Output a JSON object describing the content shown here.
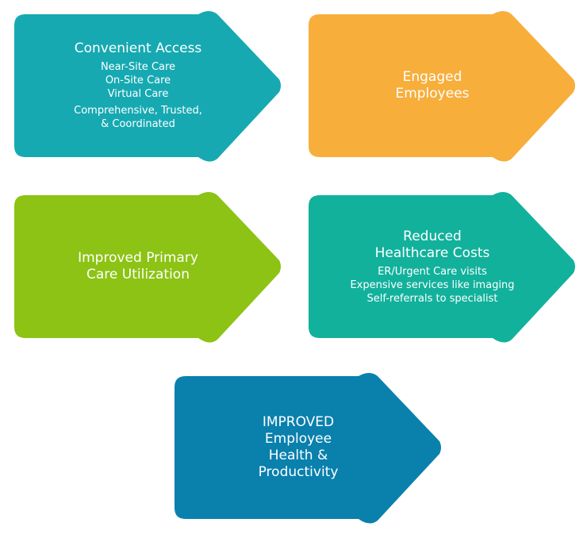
{
  "arrows": [
    {
      "id": "convenient-access",
      "color": "#16a9b2",
      "title": "Convenient Access",
      "items": [
        "Near-Site Care",
        "On-Site Care",
        "Virtual Care"
      ],
      "extra": "Comprehensive, Trusted,\n& Coordinated"
    },
    {
      "id": "engaged-employees",
      "color": "#f7ae3b",
      "title": "Engaged\nEmployees"
    },
    {
      "id": "improved-primary-care",
      "color": "#8cc314",
      "title": "Improved Primary\nCare Utilization"
    },
    {
      "id": "reduced-healthcare-costs",
      "color": "#12b19c",
      "title": "Reduced\nHealthcare Costs",
      "items": [
        "ER/Urgent Care visits",
        "Expensive services like imaging",
        "Self-referrals to specialist"
      ]
    },
    {
      "id": "improved-employee-health",
      "color": "#0a80ad",
      "title": "IMPROVED\nEmployee\nHealth &\nProductivity"
    }
  ]
}
